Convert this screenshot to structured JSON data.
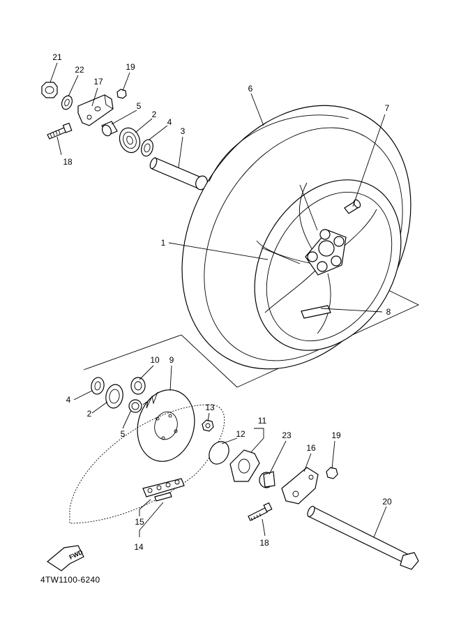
{
  "diagram_code": "4TW1100-6240",
  "fwd_label": "FWD",
  "callouts": {
    "c21": "21",
    "c22": "22",
    "c17": "17",
    "c19a": "19",
    "c5a": "5",
    "c2a": "2",
    "c4a": "4",
    "c3": "3",
    "c18a": "18",
    "c6": "6",
    "c7": "7",
    "c1": "1",
    "c8": "8",
    "c10": "10",
    "c9": "9",
    "c4b": "4",
    "c2b": "2",
    "c5b": "5",
    "c13": "13",
    "c11": "11",
    "c12": "12",
    "c23": "23",
    "c19b": "19",
    "c16": "16",
    "c20": "20",
    "c15": "15",
    "c14": "14",
    "c18b": "18"
  }
}
